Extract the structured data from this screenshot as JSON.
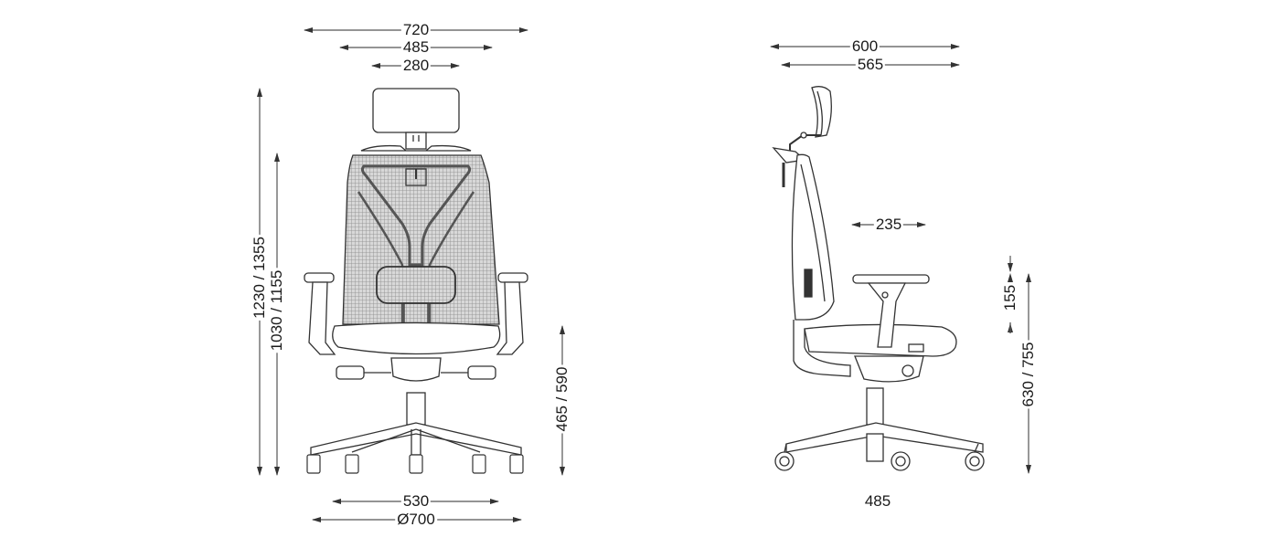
{
  "diagram": {
    "type": "technical-dimension-drawing",
    "subject": "office chair with headrest",
    "units": "mm",
    "colors": {
      "line": "#333333",
      "dim_line": "#555555",
      "mesh": "#9a9a9a",
      "text": "#1a1a1a",
      "background": "#ffffff"
    },
    "front_view": {
      "dimensions": {
        "overall_width": "720",
        "backrest_width": "485",
        "headrest_width": "280",
        "total_height": "1230 / 1355",
        "height_without_headrest": "1030 / 1155",
        "seat_height": "465 / 590",
        "seat_width": "530",
        "base_diameter": "Ø700"
      }
    },
    "side_view": {
      "dimensions": {
        "overall_depth": "600",
        "depth": "565",
        "armrest_length": "235",
        "armrest_adjustment": "155",
        "armrest_height": "630 / 755",
        "seat_depth": "485"
      }
    }
  }
}
